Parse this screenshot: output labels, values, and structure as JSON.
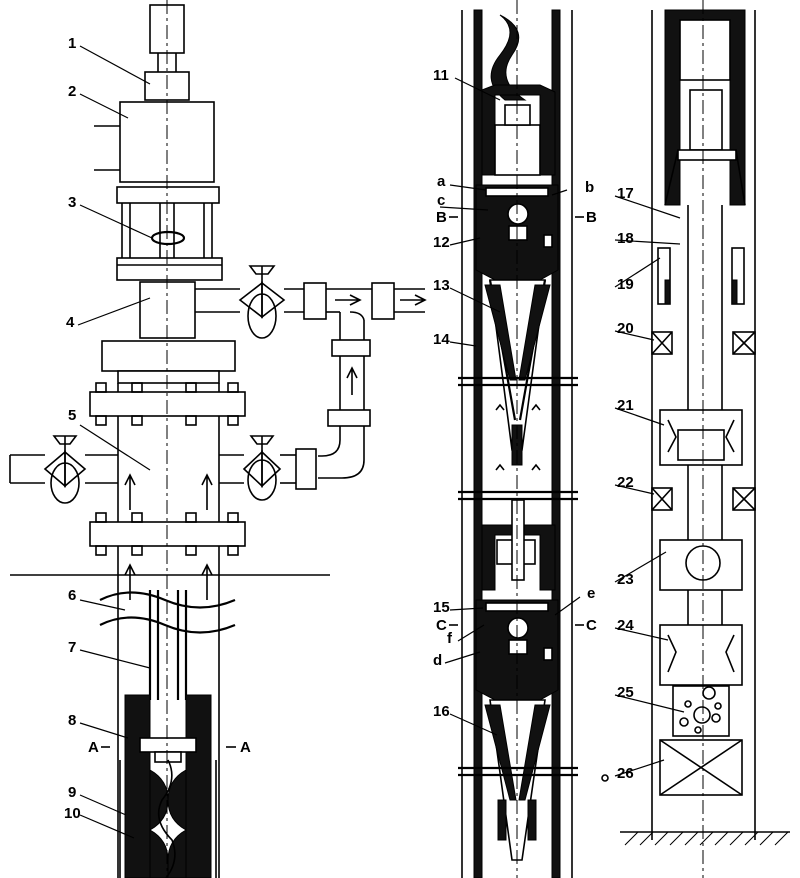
{
  "labels": {
    "n1": "1",
    "n2": "2",
    "n3": "3",
    "n4": "4",
    "n5": "5",
    "n6": "6",
    "n7": "7",
    "n8": "8",
    "n9": "9",
    "n10": "10",
    "n11": "11",
    "n12": "12",
    "n13": "13",
    "n14": "14",
    "n15": "15",
    "n16": "16",
    "n17": "17",
    "n18": "18",
    "n19": "19",
    "n20": "20",
    "n21": "21",
    "n22": "22",
    "n23": "23",
    "n24": "24",
    "n25": "25",
    "n26": "26",
    "a": "a",
    "b": "b",
    "c": "c",
    "d": "d",
    "e": "e",
    "f": "f",
    "secA_left": "A",
    "secA_right": "A",
    "secB_left": "B",
    "secB_right": "B",
    "secC_left": "C",
    "secC_right": "C"
  }
}
